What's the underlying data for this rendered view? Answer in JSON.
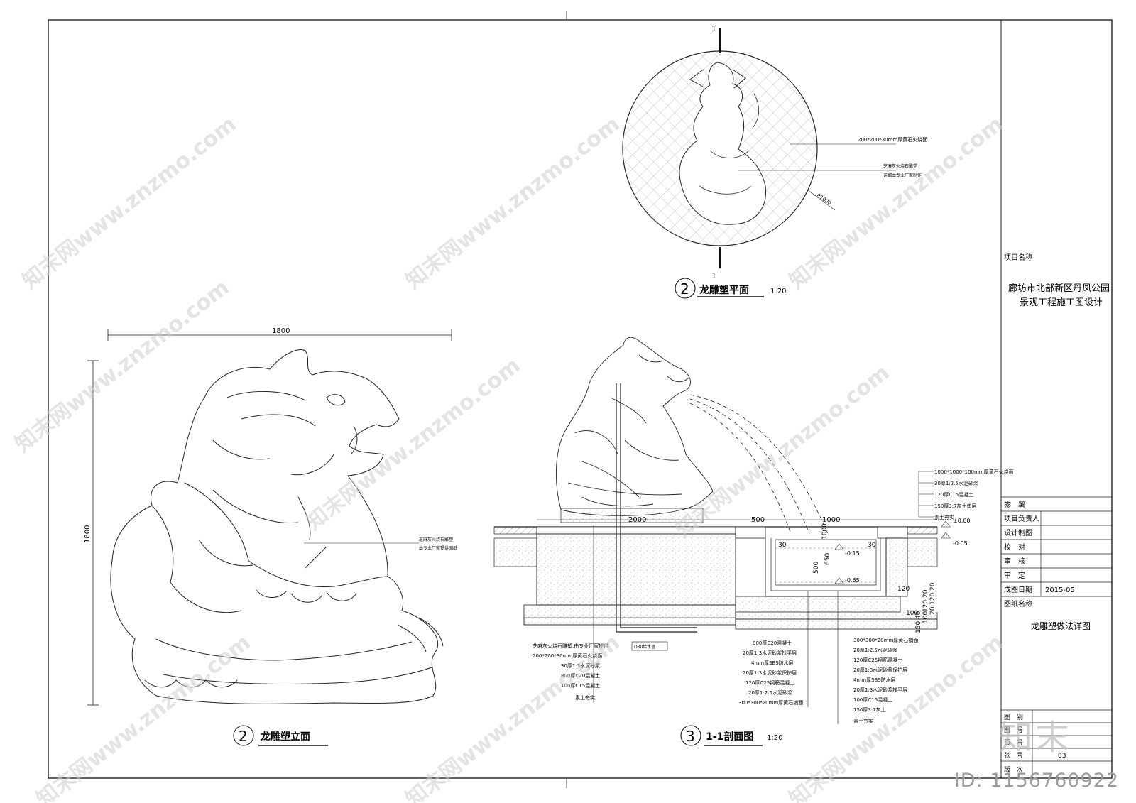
{
  "sheet": {
    "grid_markers": [
      "1",
      "1"
    ]
  },
  "plan_view": {
    "title_num": "2",
    "title": "龙雕塑平面",
    "scale": "1:20",
    "radius_label": "R1000",
    "annotations": [
      "200*200*30mm厚黄石火烧面",
      "芝麻灰火烧石雕塑",
      "详细由专业厂家制作"
    ],
    "section_mark": "1"
  },
  "elevation_view": {
    "title_num": "2",
    "title": "龙雕塑立面",
    "width_dim": "1800",
    "height_dim": "1800",
    "annotations": [
      "芝麻灰火烧石雕塑",
      "由专业厂家提供图纸"
    ]
  },
  "section_view": {
    "title_num": "3",
    "title": "1-1剖面图",
    "scale": "1:20",
    "dims_top": [
      "2000",
      "500",
      "1000"
    ],
    "dims_side": [
      "30",
      "30",
      "500",
      "650",
      "1000",
      "120",
      "40",
      "100",
      "150",
      "100",
      "20",
      "120",
      "20",
      "120",
      "20"
    ],
    "elevations": [
      "±0.00",
      "-0.05",
      "-0.15",
      "-0.65"
    ],
    "pipe_label": "D30给水管",
    "right_layers": [
      "1000*1000*100mm厚黄石火烧面",
      "30厚1:2.5水泥砂浆",
      "120厚C15混凝土",
      "150厚3:7灰土垫层",
      "素土夯实"
    ],
    "left_layers": [
      "芝麻灰火烧石雕塑,由专业厂家提供",
      "200*200*30mm厚黄石火烧面",
      "30厚1:3水泥砂浆",
      "800厚C20混凝土",
      "100厚C15混凝土",
      "素土夯实"
    ],
    "mid_layers": [
      "800厚C20混凝土",
      "20厚1:3水泥砂浆找平层",
      "4mm厚SBS防水层",
      "20厚1:3水泥砂浆保护层",
      "120厚C25钢筋混凝土",
      "20厚1:2.5水泥砂浆",
      "300*300*20mm厚黄石铺面"
    ],
    "pool_layers": [
      "300*300*20mm厚黄石铺面",
      "20厚1:2.5水泥砂浆",
      "120厚C25钢筋混凝土",
      "20厚1:3水泥砂浆保护层",
      "4mm厚SBS防水层",
      "20厚1:3水泥砂浆找平层",
      "100厚C15混凝土",
      "150厚3:7灰土",
      "素土夯实"
    ]
  },
  "title_block": {
    "project_label": "项目名称",
    "project_name": "廊坊市北部新区丹凤公园",
    "project_sub": "景观工程施工图设计",
    "rows": [
      {
        "label": "签　署",
        "value": ""
      },
      {
        "label": "项目负责人",
        "value": ""
      },
      {
        "label": "设计制图",
        "value": ""
      },
      {
        "label": "校　对",
        "value": ""
      },
      {
        "label": "审　核",
        "value": ""
      },
      {
        "label": "审　定",
        "value": ""
      },
      {
        "label": "成图日期",
        "value": "2015-05"
      }
    ],
    "drawing_label": "图纸名称",
    "drawing_name": "龙雕塑做法详图",
    "bottom_rows": [
      {
        "label": "图　别",
        "value": ""
      },
      {
        "label": "图　号",
        "value": ""
      },
      {
        "label": "页　号",
        "value": ""
      },
      {
        "label": "张　号",
        "value": "03"
      },
      {
        "label": "版　次",
        "value": ""
      }
    ]
  },
  "watermarks": {
    "repeat": "知末网www.znzmo.com",
    "brand": "知末",
    "id": "ID: 1156760922"
  }
}
